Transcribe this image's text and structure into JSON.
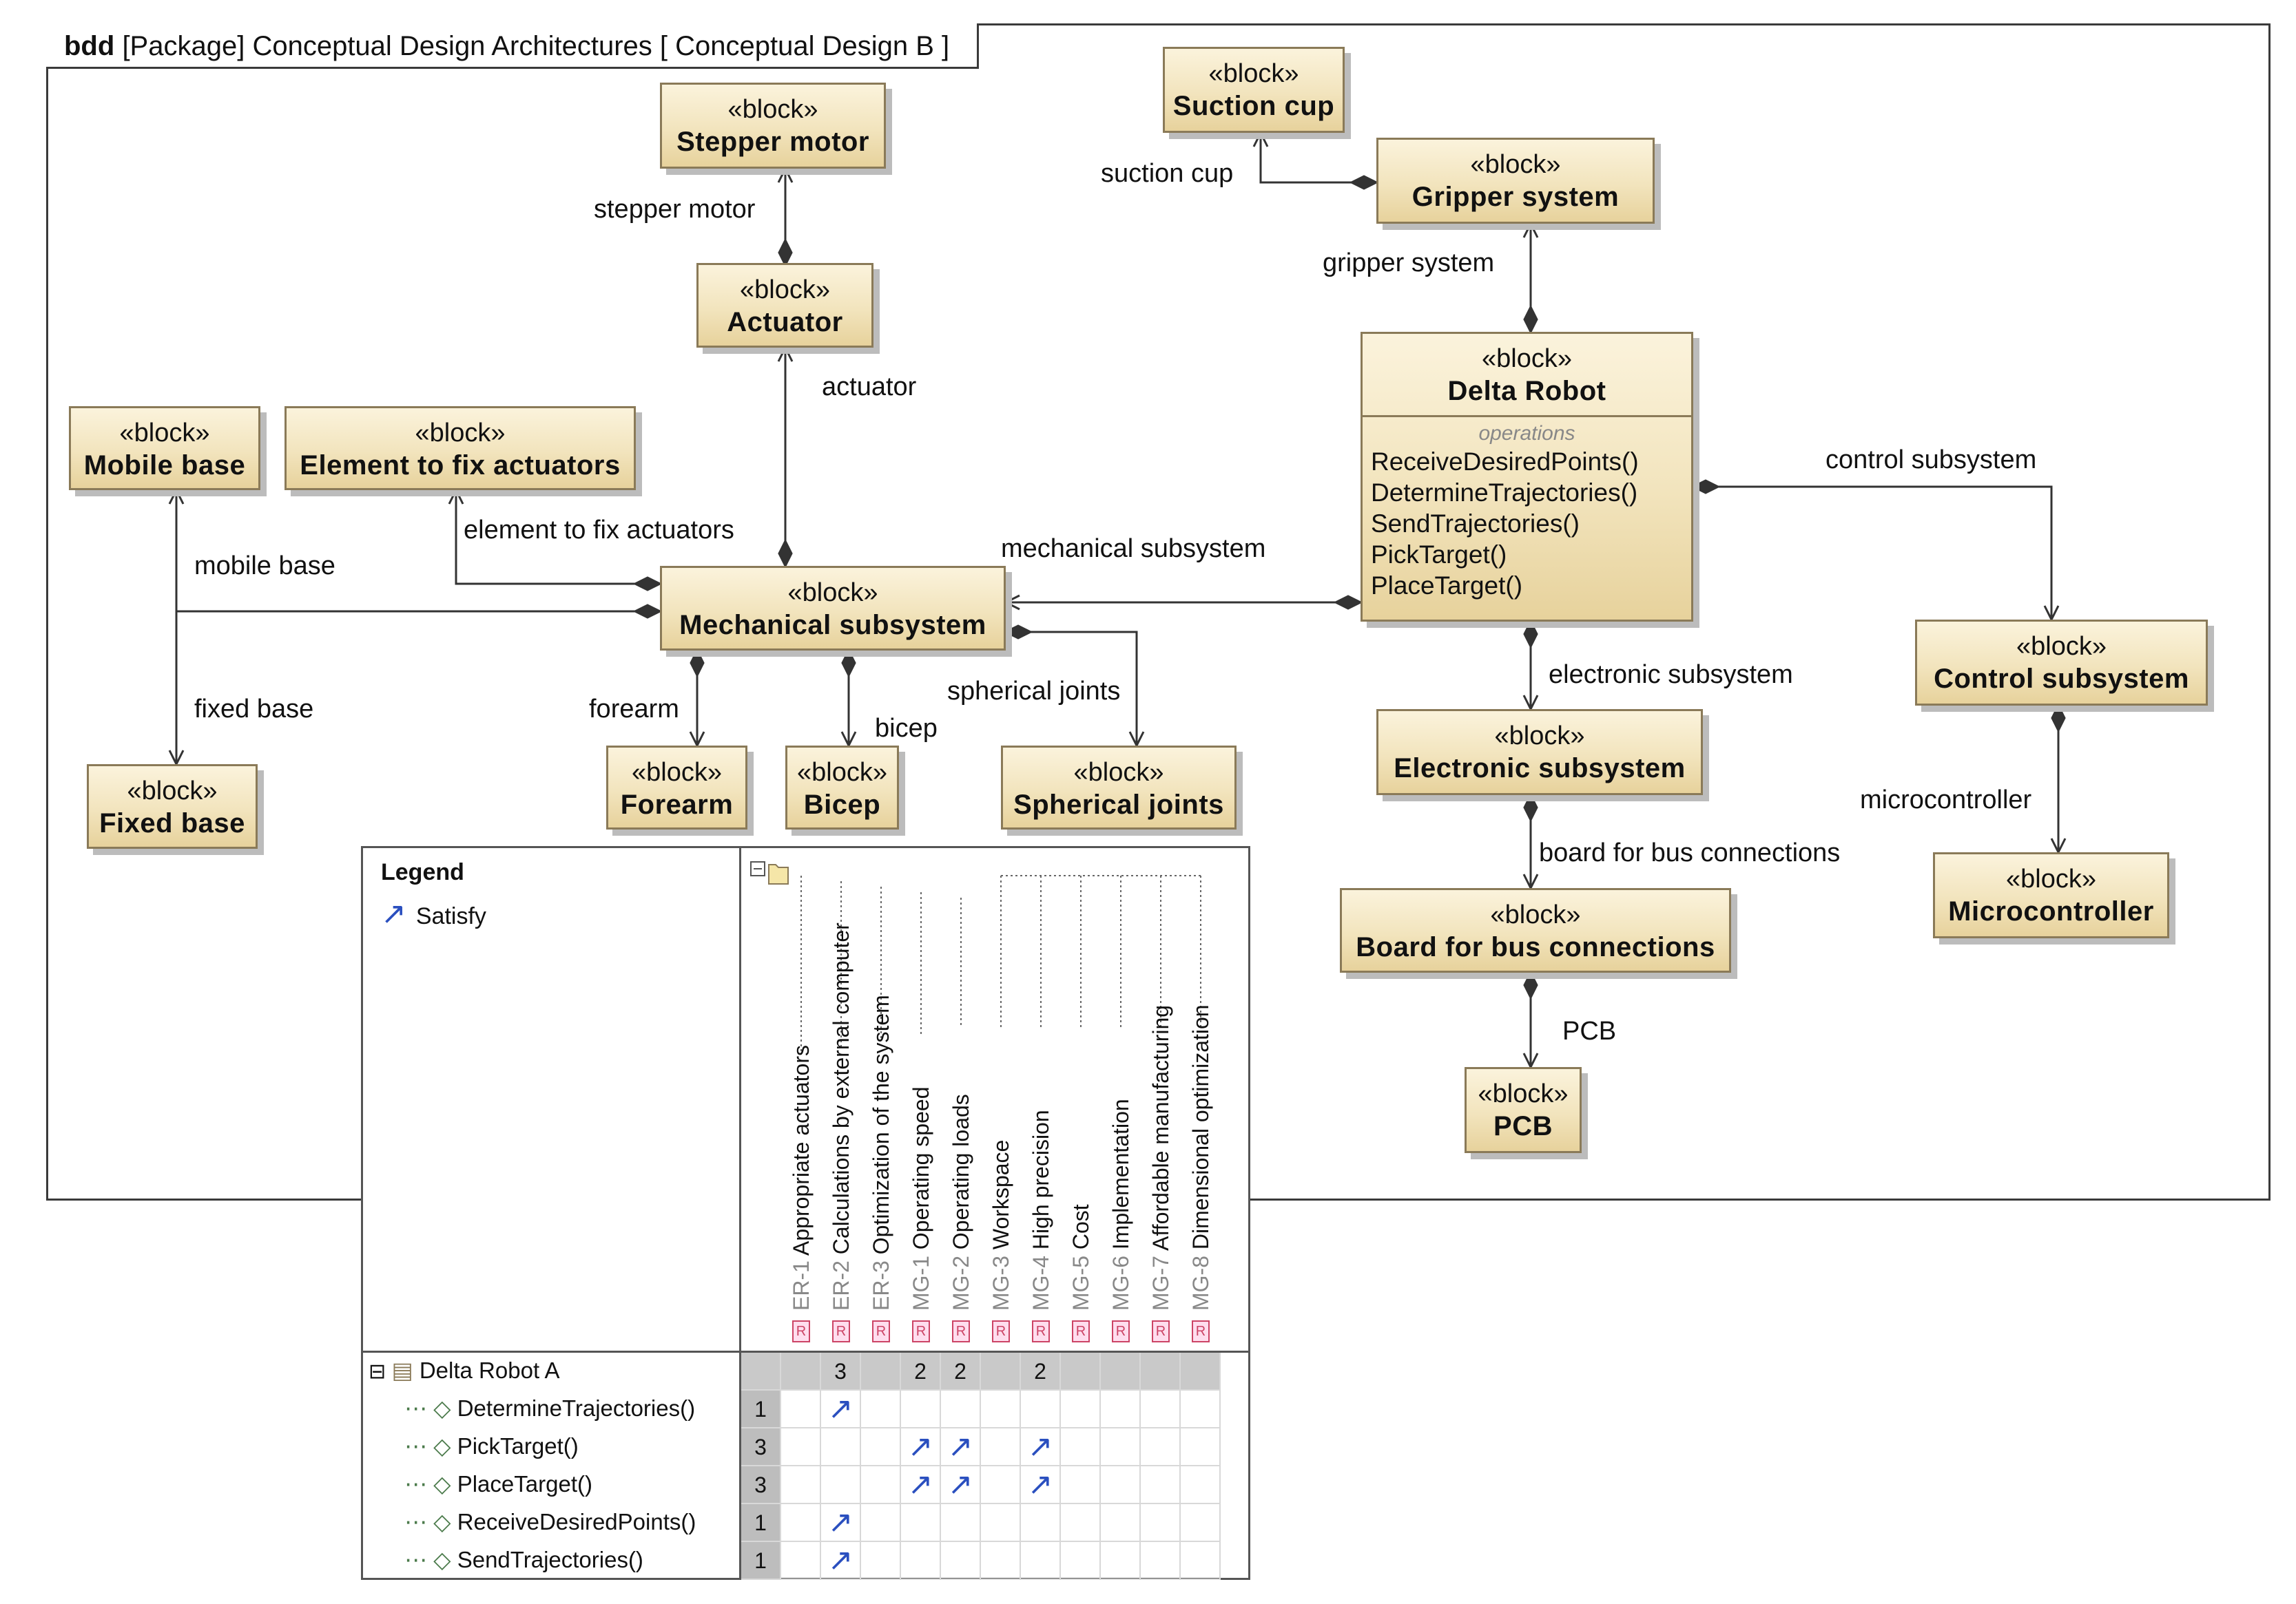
{
  "frame": {
    "kind": "bdd",
    "title": "[Package] Conceptual Design Architectures [ Conceptual Design B ]"
  },
  "stereotype": "«block»",
  "blocks": {
    "stepper_motor": "Stepper motor",
    "actuator": "Actuator",
    "suction_cup": "Suction cup",
    "gripper_system": "Gripper system",
    "delta_robot": "Delta Robot",
    "mobile_base": "Mobile base",
    "element_fix": "Element to fix actuators",
    "mechanical": "Mechanical subsystem",
    "fixed_base": "Fixed base",
    "forearm": "Forearm",
    "bicep": "Bicep",
    "spherical": "Spherical joints",
    "electronic": "Electronic subsystem",
    "control": "Control subsystem",
    "microcontroller": "Microcontroller",
    "board": "Board for bus connections",
    "pcb": "PCB"
  },
  "delta_ops": {
    "title": "operations",
    "items": [
      "ReceiveDesiredPoints()",
      "DetermineTrajectories()",
      "SendTrajectories()",
      "PickTarget()",
      "PlaceTarget()"
    ]
  },
  "roles": {
    "stepper_motor": "stepper motor",
    "actuator": "actuator",
    "suction_cup": "suction cup",
    "gripper_system": "gripper system",
    "element_fix": "element to fix actuators",
    "mobile_base": "mobile base",
    "fixed_base": "fixed base",
    "mechanical": "mechanical subsystem",
    "control": "control subsystem",
    "forearm": "forearm",
    "bicep": "bicep",
    "spherical": "spherical joints",
    "electronic": "electronic subsystem",
    "microcontroller": "microcontroller",
    "board": "board for bus connections",
    "pcb": "PCB"
  },
  "matrix": {
    "legend_title": "Legend",
    "legend_item": "Satisfy",
    "rbadge": "R",
    "columns": [
      {
        "id": "ER-1",
        "name": "Appropriate actuators"
      },
      {
        "id": "ER-2",
        "name": "Calculations by external computer"
      },
      {
        "id": "ER-3",
        "name": "Optimization of the system"
      },
      {
        "id": "MG-1",
        "name": "Operating speed"
      },
      {
        "id": "MG-2",
        "name": "Operating loads"
      },
      {
        "id": "MG-3",
        "name": "Workspace"
      },
      {
        "id": "MG-4",
        "name": "High precision"
      },
      {
        "id": "MG-5",
        "name": "Cost"
      },
      {
        "id": "MG-6",
        "name": "Implementation"
      },
      {
        "id": "MG-7",
        "name": "Affordable manufacturing"
      },
      {
        "id": "MG-8",
        "name": "Dimensional optimization"
      }
    ],
    "parent": {
      "name": "Delta Robot A",
      "col_counts": [
        "",
        "3",
        "",
        "2",
        "2",
        "",
        "2",
        "",
        "",
        "",
        ""
      ]
    },
    "rows": [
      {
        "name": "DetermineTrajectories()",
        "count": "1",
        "cells": [
          0,
          1,
          0,
          0,
          0,
          0,
          0,
          0,
          0,
          0,
          0
        ]
      },
      {
        "name": "PickTarget()",
        "count": "3",
        "cells": [
          0,
          0,
          0,
          1,
          1,
          0,
          1,
          0,
          0,
          0,
          0
        ]
      },
      {
        "name": "PlaceTarget()",
        "count": "3",
        "cells": [
          0,
          0,
          0,
          1,
          1,
          0,
          1,
          0,
          0,
          0,
          0
        ]
      },
      {
        "name": "ReceiveDesiredPoints()",
        "count": "1",
        "cells": [
          0,
          1,
          0,
          0,
          0,
          0,
          0,
          0,
          0,
          0,
          0
        ]
      },
      {
        "name": "SendTrajectories()",
        "count": "1",
        "cells": [
          0,
          1,
          0,
          0,
          0,
          0,
          0,
          0,
          0,
          0,
          0
        ]
      }
    ],
    "satisfy_glyph": "↗",
    "expander": "−",
    "leaf_glyph": "◇"
  }
}
